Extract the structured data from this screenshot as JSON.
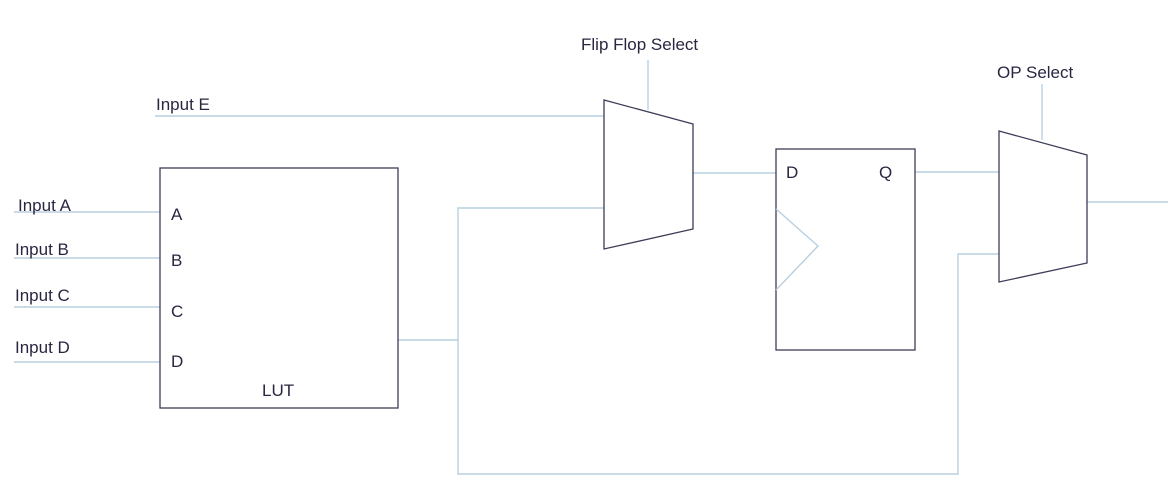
{
  "labels": {
    "input_a": "Input A",
    "input_b": "Input B",
    "input_c": "Input C",
    "input_d": "Input D",
    "input_e": "Input E",
    "flip_flop_select": "Flip Flop Select",
    "op_select": "OP Select"
  },
  "lut": {
    "name": "LUT",
    "pins": [
      "A",
      "B",
      "C",
      "D"
    ]
  },
  "flip_flop": {
    "d": "D",
    "q": "Q"
  },
  "colors": {
    "wire": "#b9cfe0",
    "block": "#3d3d58",
    "text": "#2b2540"
  }
}
